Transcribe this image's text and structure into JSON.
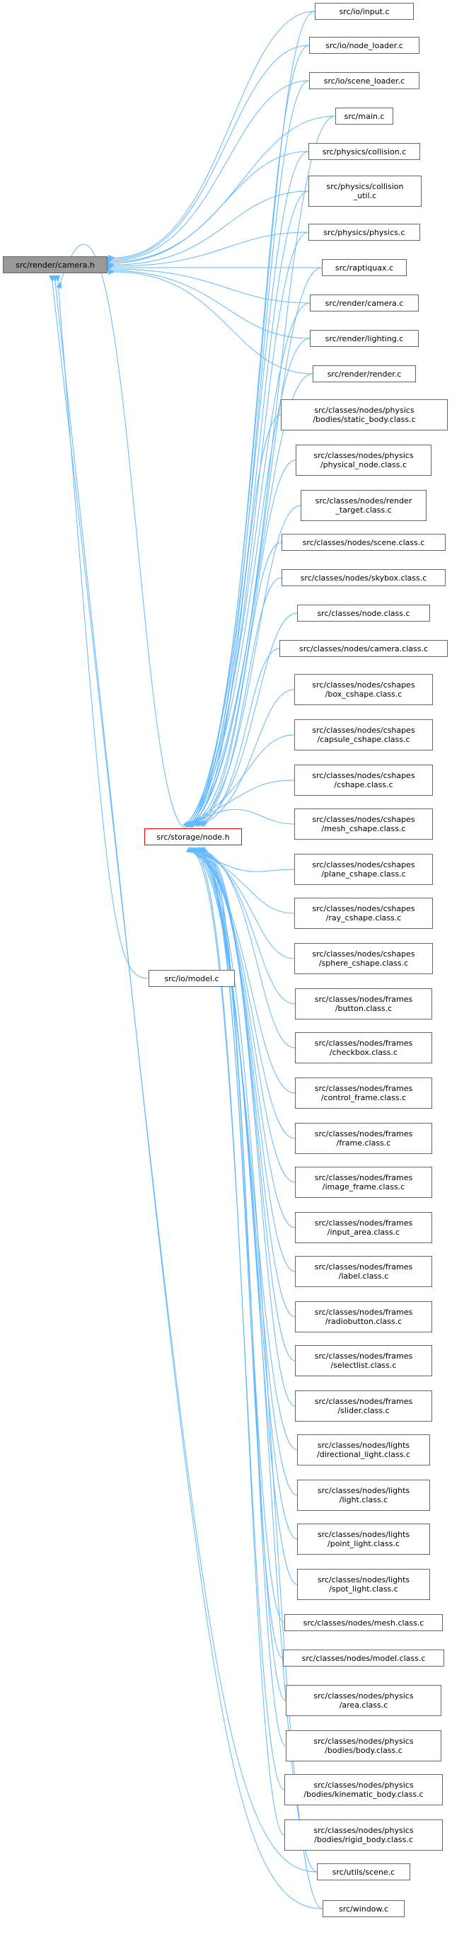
{
  "colors": {
    "edge": "#63b8ff",
    "root_fill": "#999999",
    "highlight_border": "#ff0000",
    "node_border": "#666666"
  },
  "nodes": {
    "root": {
      "lines": [
        "src/render/camera.h"
      ]
    },
    "storage": {
      "lines": [
        "src/storage/node.h"
      ]
    },
    "model_io": {
      "lines": [
        "src/io/model.c"
      ]
    },
    "direct": [
      {
        "lines": [
          "src/io/input.c"
        ]
      },
      {
        "lines": [
          "src/io/node_loader.c"
        ]
      },
      {
        "lines": [
          "src/io/scene_loader.c"
        ]
      },
      {
        "lines": [
          "src/main.c"
        ]
      },
      {
        "lines": [
          "src/physics/collision.c"
        ]
      },
      {
        "lines": [
          "src/physics/collision",
          "_util.c"
        ]
      },
      {
        "lines": [
          "src/physics/physics.c"
        ]
      },
      {
        "lines": [
          "src/raptiquax.c"
        ]
      },
      {
        "lines": [
          "src/render/camera.c"
        ]
      },
      {
        "lines": [
          "src/render/lighting.c"
        ]
      },
      {
        "lines": [
          "src/render/render.c"
        ]
      }
    ],
    "classes": [
      {
        "lines": [
          "src/classes/nodes/physics",
          "/bodies/static_body.class.c"
        ]
      },
      {
        "lines": [
          "src/classes/nodes/physics",
          "/physical_node.class.c"
        ]
      },
      {
        "lines": [
          "src/classes/nodes/render",
          "_target.class.c"
        ]
      },
      {
        "lines": [
          "src/classes/nodes/scene.class.c"
        ]
      },
      {
        "lines": [
          "src/classes/nodes/skybox.class.c"
        ]
      },
      {
        "lines": [
          "src/classes/node.class.c"
        ]
      },
      {
        "lines": [
          "src/classes/nodes/camera.class.c"
        ]
      },
      {
        "lines": [
          "src/classes/nodes/cshapes",
          "/box_cshape.class.c"
        ]
      },
      {
        "lines": [
          "src/classes/nodes/cshapes",
          "/capsule_cshape.class.c"
        ]
      },
      {
        "lines": [
          "src/classes/nodes/cshapes",
          "/cshape.class.c"
        ]
      },
      {
        "lines": [
          "src/classes/nodes/cshapes",
          "/mesh_cshape.class.c"
        ]
      },
      {
        "lines": [
          "src/classes/nodes/cshapes",
          "/plane_cshape.class.c"
        ]
      },
      {
        "lines": [
          "src/classes/nodes/cshapes",
          "/ray_cshape.class.c"
        ]
      },
      {
        "lines": [
          "src/classes/nodes/cshapes",
          "/sphere_cshape.class.c"
        ]
      },
      {
        "lines": [
          "src/classes/nodes/frames",
          "/button.class.c"
        ]
      },
      {
        "lines": [
          "src/classes/nodes/frames",
          "/checkbox.class.c"
        ]
      },
      {
        "lines": [
          "src/classes/nodes/frames",
          "/control_frame.class.c"
        ]
      },
      {
        "lines": [
          "src/classes/nodes/frames",
          "/frame.class.c"
        ]
      },
      {
        "lines": [
          "src/classes/nodes/frames",
          "/image_frame.class.c"
        ]
      },
      {
        "lines": [
          "src/classes/nodes/frames",
          "/input_area.class.c"
        ]
      },
      {
        "lines": [
          "src/classes/nodes/frames",
          "/label.class.c"
        ]
      },
      {
        "lines": [
          "src/classes/nodes/frames",
          "/radiobutton.class.c"
        ]
      },
      {
        "lines": [
          "src/classes/nodes/frames",
          "/selectlist.class.c"
        ]
      },
      {
        "lines": [
          "src/classes/nodes/frames",
          "/slider.class.c"
        ]
      },
      {
        "lines": [
          "src/classes/nodes/lights",
          "/directional_light.class.c"
        ]
      },
      {
        "lines": [
          "src/classes/nodes/lights",
          "/light.class.c"
        ]
      },
      {
        "lines": [
          "src/classes/nodes/lights",
          "/point_light.class.c"
        ]
      },
      {
        "lines": [
          "src/classes/nodes/lights",
          "/spot_light.class.c"
        ]
      },
      {
        "lines": [
          "src/classes/nodes/mesh.class.c"
        ]
      },
      {
        "lines": [
          "src/classes/nodes/model.class.c"
        ]
      },
      {
        "lines": [
          "src/classes/nodes/physics",
          "/area.class.c"
        ]
      },
      {
        "lines": [
          "src/classes/nodes/physics",
          "/bodies/body.class.c"
        ]
      },
      {
        "lines": [
          "src/classes/nodes/physics",
          "/bodies/kinematic_body.class.c"
        ]
      },
      {
        "lines": [
          "src/classes/nodes/physics",
          "/bodies/rigid_body.class.c"
        ]
      },
      {
        "lines": [
          "src/utils/scene.c"
        ]
      },
      {
        "lines": [
          "src/window.c"
        ]
      }
    ]
  }
}
